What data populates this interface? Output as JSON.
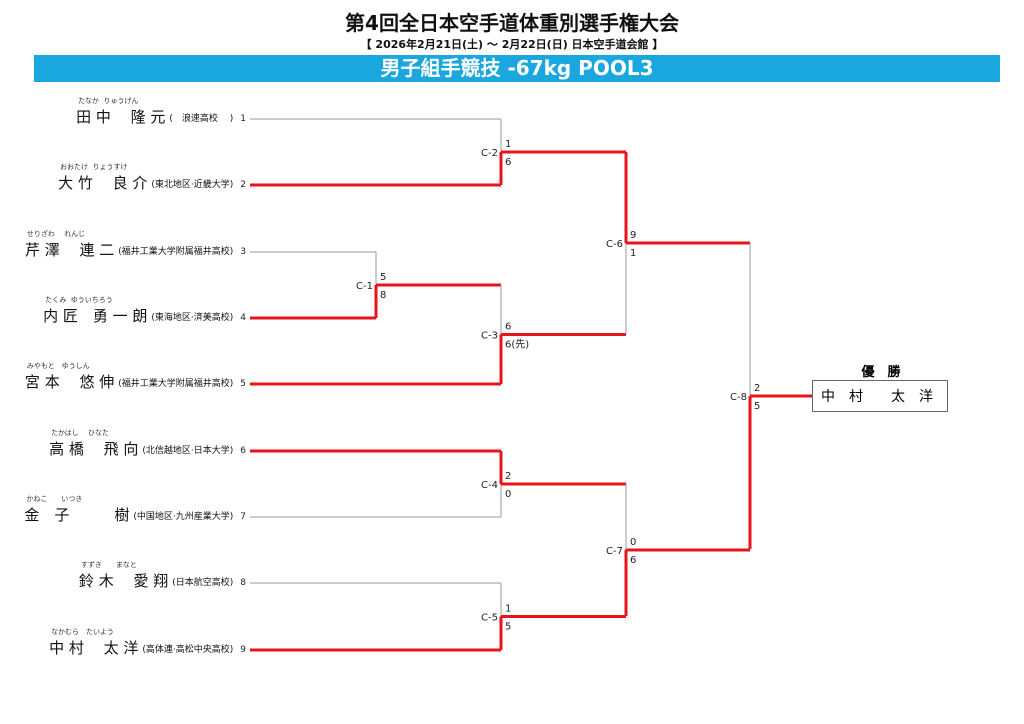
{
  "title": "第4回全日本空手道体重別選手権大会",
  "subtitle": "【 2026年2月21日(土) ～ 2月22日(日)  日本空手道会館 】",
  "event": "男子組手競技 -67kg POOL3",
  "players": [
    {
      "seed": "1",
      "kana": "たなか  りゅうげん",
      "name": "田 中　 隆 元",
      "team": "(　浪速高校　 )"
    },
    {
      "seed": "2",
      "kana": "おおたけ  りょうすけ",
      "name": "大 竹　 良 介",
      "team": "(東北地区·近畿大学)"
    },
    {
      "seed": "3",
      "kana": "せりざわ　 れんじ",
      "name": "芹 澤　 連 二",
      "team": "(福井工業大学附属福井高校)"
    },
    {
      "seed": "4",
      "kana": "たくみ  ゆういちろう",
      "name": "内 匠　勇 一 朗",
      "team": "(東海地区·済美高校)"
    },
    {
      "seed": "5",
      "kana": "みやもと　ゆうしん",
      "name": "宮 本　 悠 伸",
      "team": "(福井工業大学附属福井高校)"
    },
    {
      "seed": "6",
      "kana": "たかはし　 ひなた",
      "name": "高 橋　 飛 向",
      "team": "(北信越地区·日本大学)"
    },
    {
      "seed": "7",
      "kana": "かねこ　　いつき",
      "name": "金　子　　　樹",
      "team": "(中国地区·九州産業大学)"
    },
    {
      "seed": "8",
      "kana": "すずき　　まなと",
      "name": "鈴 木　 愛 翔",
      "team": "(日本航空高校)"
    },
    {
      "seed": "9",
      "kana": "なかむら　たいよう",
      "name": "中 村　 太 洋",
      "team": "(高体連·高松中央高校)"
    }
  ],
  "matches": [
    {
      "id": "C-1",
      "top": "5",
      "bottom": "8",
      "winner": "bottom"
    },
    {
      "id": "C-2",
      "top": "1",
      "bottom": "6",
      "winner": "bottom"
    },
    {
      "id": "C-3",
      "top": "6",
      "bottom": "6(先)",
      "winner": "bottom"
    },
    {
      "id": "C-4",
      "top": "2",
      "bottom": "0",
      "winner": "top"
    },
    {
      "id": "C-5",
      "top": "1",
      "bottom": "5",
      "winner": "bottom"
    },
    {
      "id": "C-6",
      "top": "9",
      "bottom": "1",
      "winner": "top"
    },
    {
      "id": "C-7",
      "top": "0",
      "bottom": "6",
      "winner": "bottom"
    },
    {
      "id": "C-8",
      "top": "2",
      "bottom": "5",
      "winner": "bottom"
    }
  ],
  "champion": {
    "label": "優　勝",
    "name": "中　村　　太　洋"
  },
  "colors": {
    "win": "#e8141b",
    "lose": "#999999",
    "banner": "#1aa7e0"
  }
}
